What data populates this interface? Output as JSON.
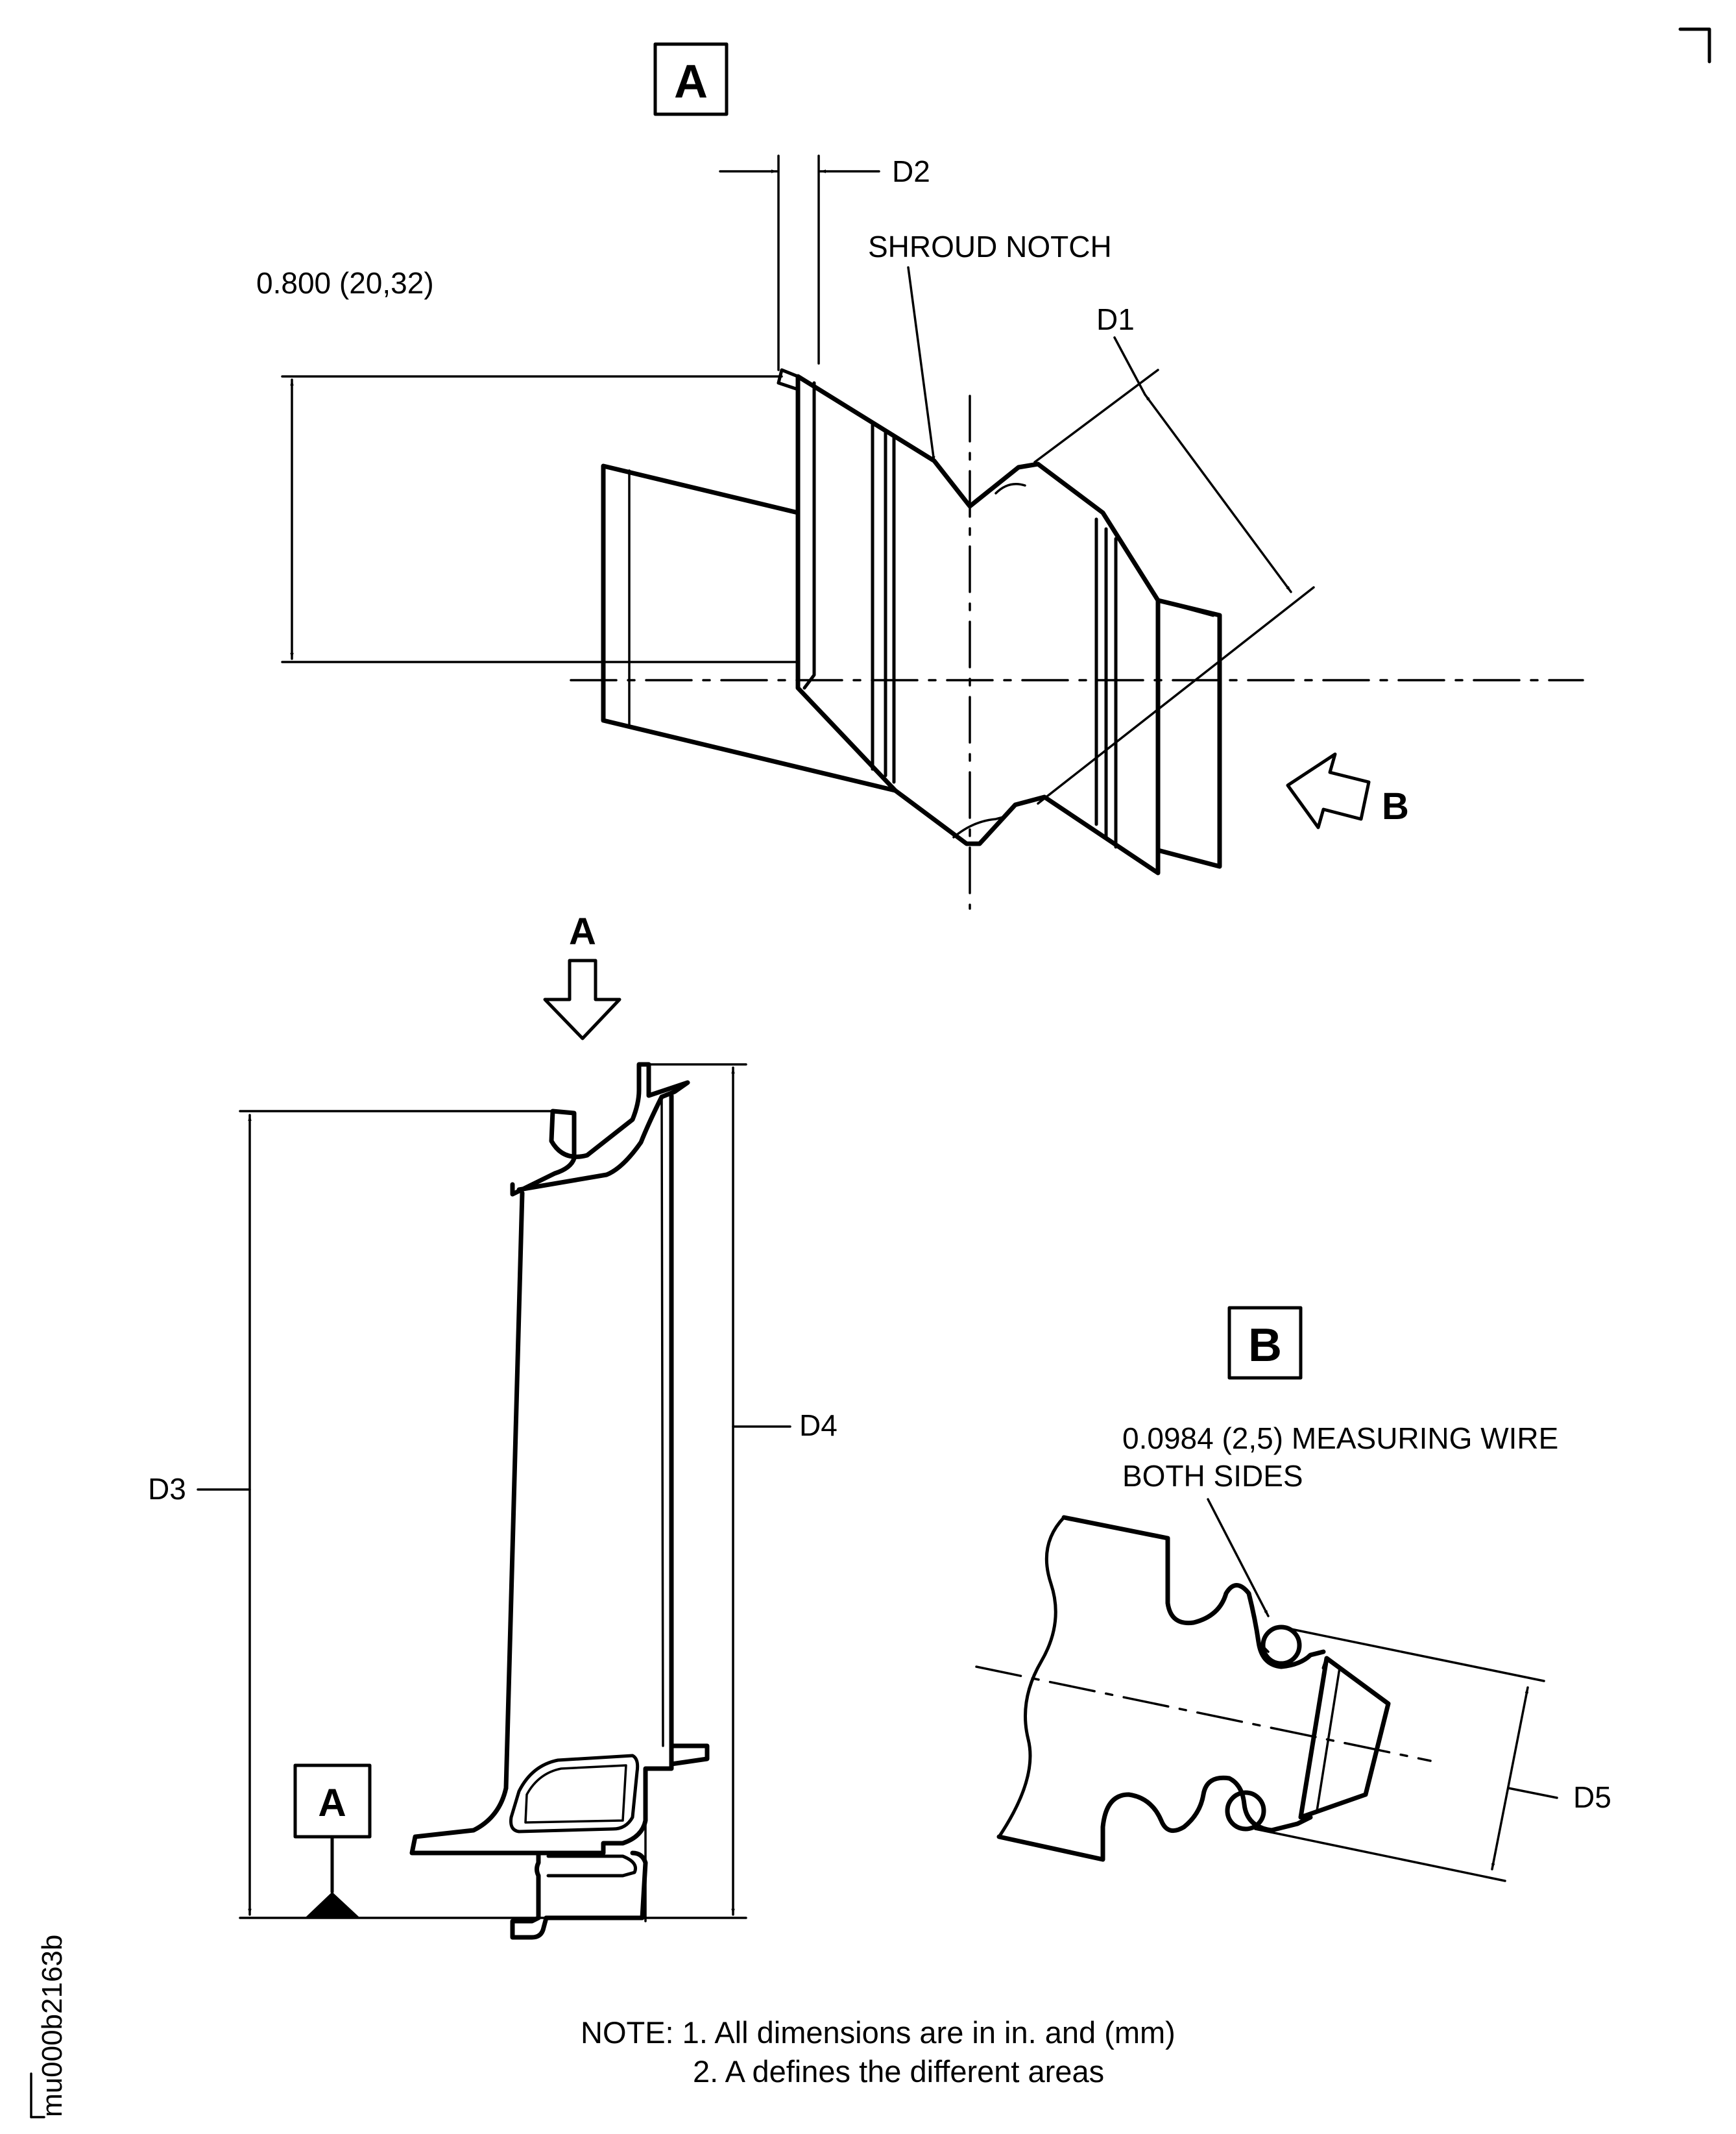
{
  "view_a": {
    "title": "A"
  },
  "view_b": {
    "title": "B"
  },
  "labels": {
    "d1": "D1",
    "d2": "D2",
    "d3": "D3",
    "d4": "D4",
    "d5": "D5",
    "shroud_notch": "SHROUD NOTCH",
    "height_dim": "0.800 (20,32)",
    "arrow_b": "B",
    "arrow_a": "A",
    "datum_a": "A",
    "measuring_wire_1": "0.0984 (2,5) MEASURING WIRE",
    "measuring_wire_2": "BOTH SIDES"
  },
  "notes": {
    "note1": "NOTE: 1. All dimensions are in in. and (mm)",
    "note2": "2. A defines the different areas"
  },
  "figure_ref": "mu000b2163b"
}
